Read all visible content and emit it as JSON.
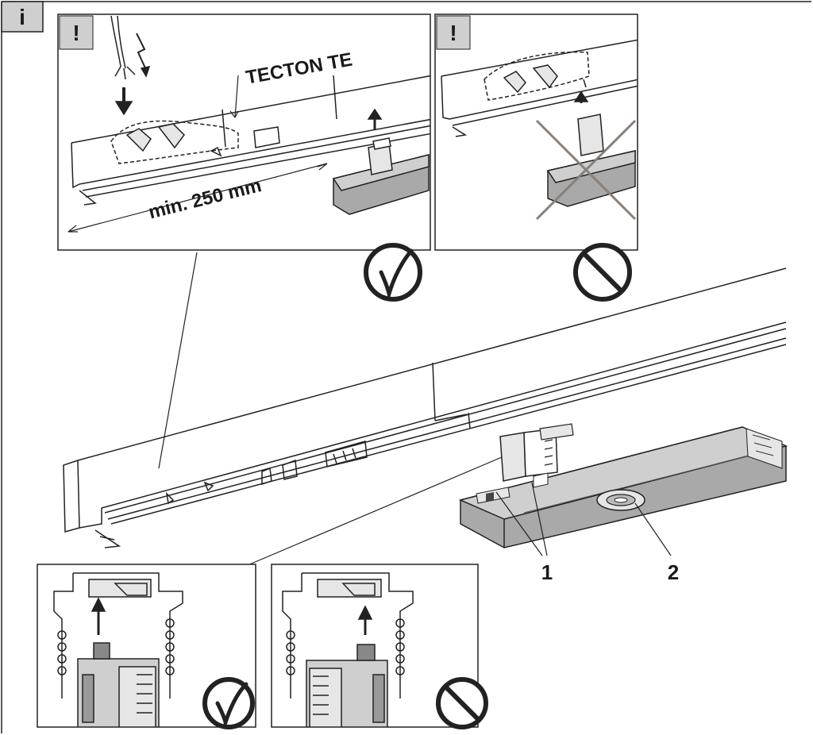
{
  "info_badge": "i",
  "panel_top_left": {
    "warning_badge": "!",
    "product_label": "TECTON TE",
    "distance_label": "min. 250 mm",
    "status": "check-icon"
  },
  "panel_top_right": {
    "warning_badge": "!",
    "status": "prohibited-icon"
  },
  "panel_bottom_left": {
    "status": "check-icon"
  },
  "panel_bottom_right": {
    "status": "prohibited-icon"
  },
  "callouts": [
    "1",
    "2"
  ],
  "colors": {
    "line": "#222222",
    "badge_fill": "#cfcfcf",
    "gray_part": "#a9a9a9",
    "light_gray": "#e6e6e6"
  }
}
